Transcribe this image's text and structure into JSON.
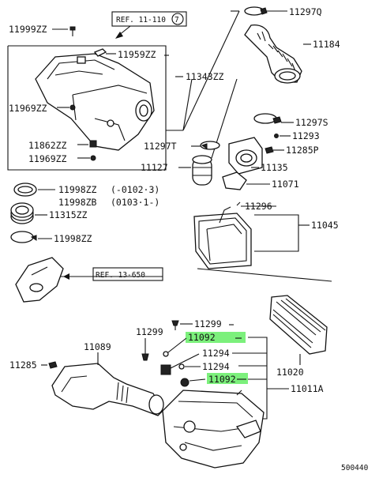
{
  "diagram": {
    "labels": [
      {
        "id": "l11999",
        "text": "11999ZZ"
      },
      {
        "id": "lref11110",
        "text": "REF. 11-110"
      },
      {
        "id": "lref11110n",
        "text": "7"
      },
      {
        "id": "l11297q",
        "text": "11297Q"
      },
      {
        "id": "l11184",
        "text": "11184"
      },
      {
        "id": "l11959",
        "text": "11959ZZ"
      },
      {
        "id": "l11343",
        "text": "11343ZZ"
      },
      {
        "id": "l11969a",
        "text": "11969ZZ"
      },
      {
        "id": "l11297s",
        "text": "11297S"
      },
      {
        "id": "l11297t",
        "text": "11297T"
      },
      {
        "id": "l11293",
        "text": "11293"
      },
      {
        "id": "l11862",
        "text": "11862ZZ"
      },
      {
        "id": "l11285p",
        "text": "11285P"
      },
      {
        "id": "l11969b",
        "text": "11969ZZ"
      },
      {
        "id": "l11127",
        "text": "11127"
      },
      {
        "id": "l11135",
        "text": "11135"
      },
      {
        "id": "l11071",
        "text": "11071"
      },
      {
        "id": "l11998a",
        "text": "11998ZZ"
      },
      {
        "id": "l11998a_r",
        "text": "(-0102·3)"
      },
      {
        "id": "l11998b",
        "text": "11998ZB"
      },
      {
        "id": "l11998b_r",
        "text": "(0103·1-)"
      },
      {
        "id": "l11296",
        "text": "11296"
      },
      {
        "id": "l11315",
        "text": "11315ZZ"
      },
      {
        "id": "l11045",
        "text": "11045"
      },
      {
        "id": "l11998c",
        "text": "11998ZZ"
      },
      {
        "id": "lref13",
        "text": "REF. 13-650"
      },
      {
        "id": "l11299a",
        "text": "11299"
      },
      {
        "id": "l11299b",
        "text": "11299"
      },
      {
        "id": "l11092a",
        "text": "11092"
      },
      {
        "id": "l11089",
        "text": "11089"
      },
      {
        "id": "l11294a",
        "text": "11294"
      },
      {
        "id": "l11285",
        "text": "11285"
      },
      {
        "id": "l11294b",
        "text": "11294"
      },
      {
        "id": "l11020",
        "text": "11020"
      },
      {
        "id": "l11092b",
        "text": "11092"
      },
      {
        "id": "l11011a",
        "text": "11011A"
      },
      {
        "id": "lcode",
        "text": "500440"
      }
    ],
    "highlight_color": "#7cf07c"
  }
}
